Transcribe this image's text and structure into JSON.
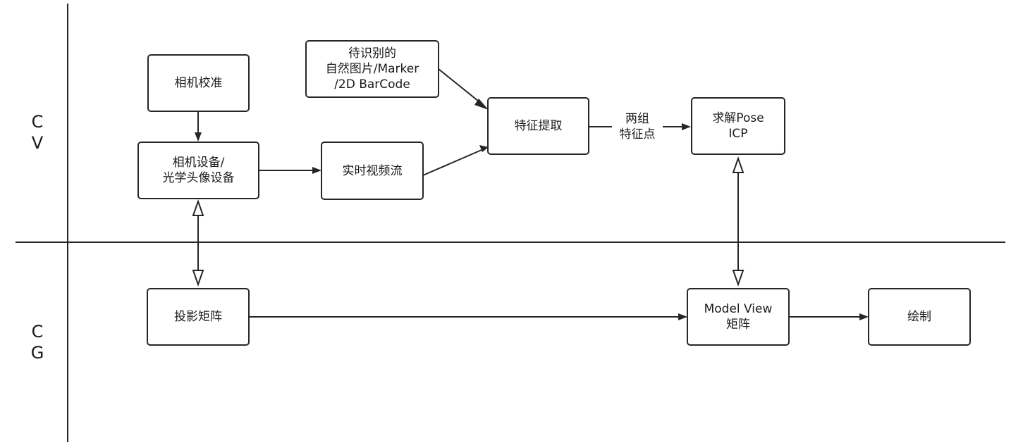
{
  "lanes": {
    "top": "C\nV",
    "bottom": "C\nG"
  },
  "nodes": {
    "camera_calibration": "相机校准",
    "camera_device": "相机设备/\n光学头像设备",
    "video_stream": "实时视频流",
    "target_image": "待识别的\n自然图片/Marker\n/2D BarCode",
    "feature_extract": "特征提取",
    "solve_pose": "求解Pose\nICP",
    "projection_matrix": "投影矩阵",
    "model_view": "Model View\n矩阵",
    "render": "绘制"
  },
  "edge_labels": {
    "feature_points": "两组\n特征点"
  }
}
